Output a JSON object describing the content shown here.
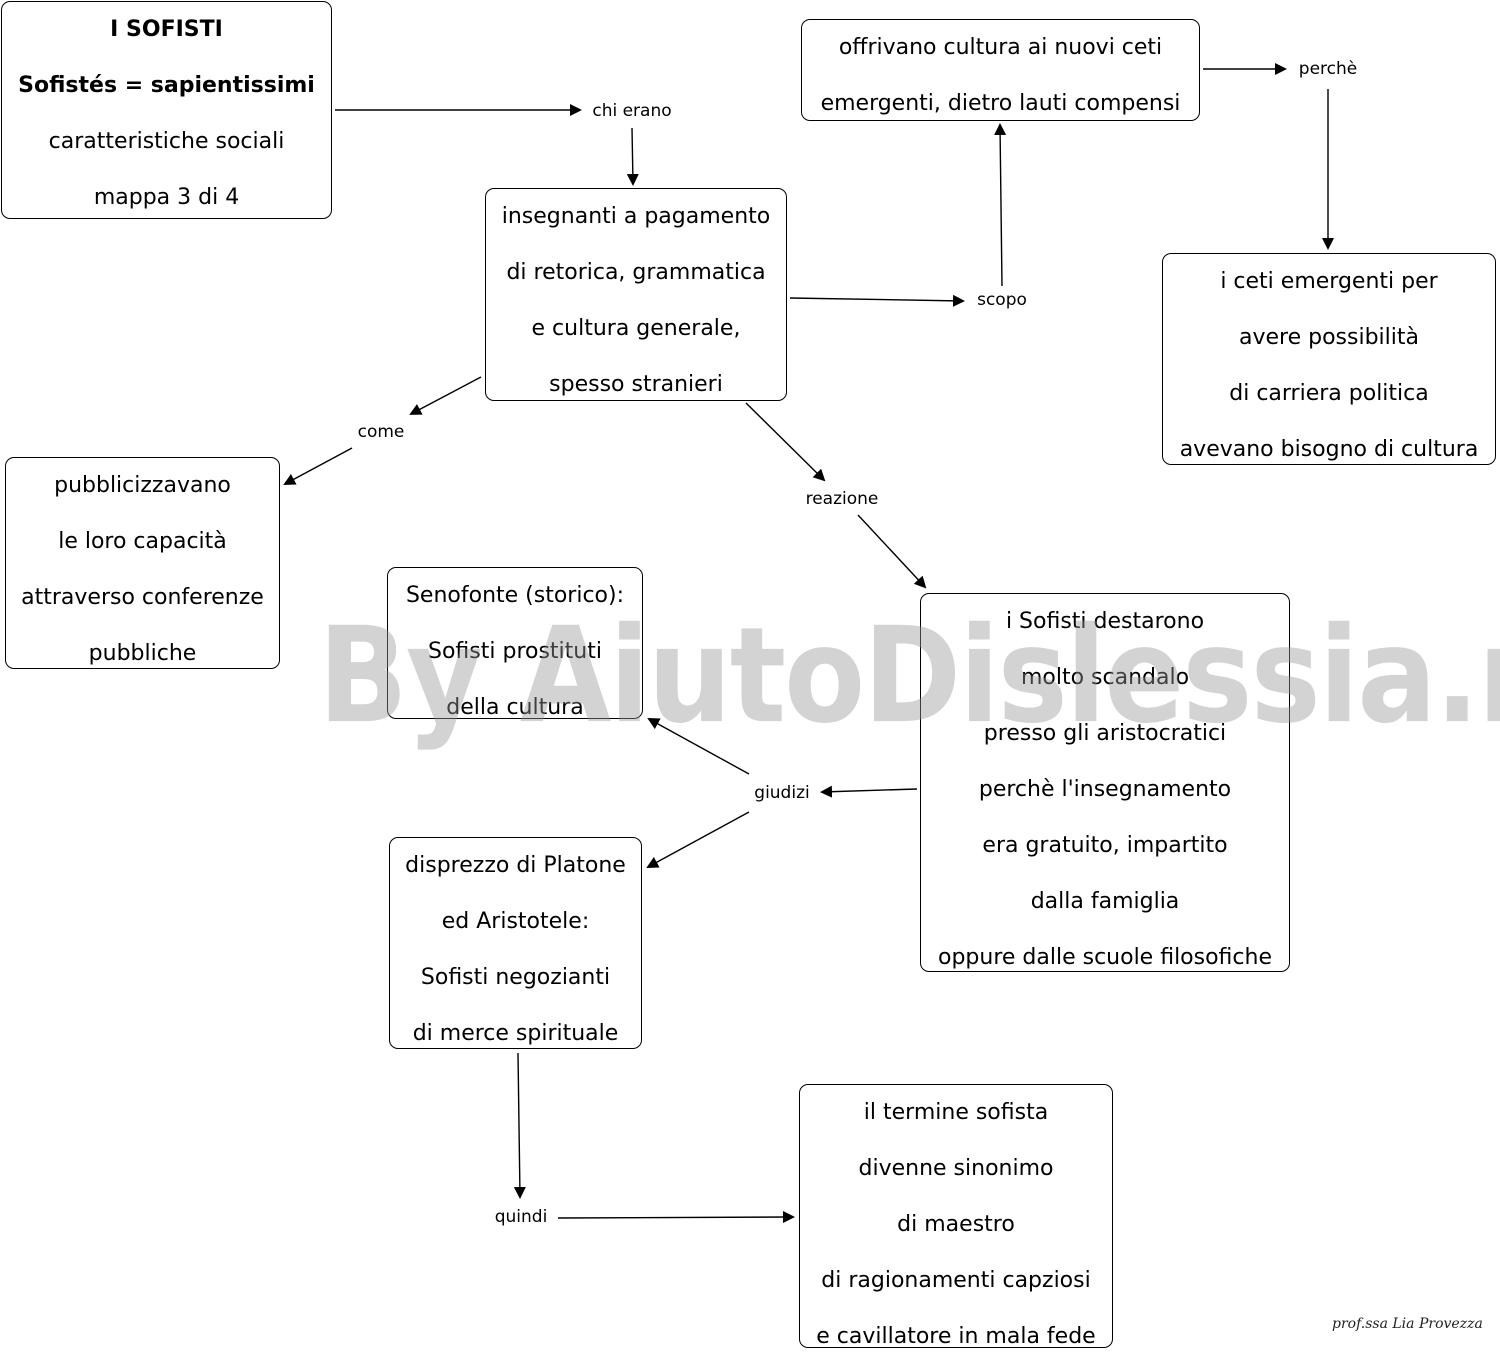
{
  "nodes": {
    "title": [
      "I SOFISTI",
      "Sofistés = sapientissimi",
      "caratteristiche sociali",
      "mappa 3 di 4"
    ],
    "insegnanti": [
      "insegnanti a pagamento",
      "di retorica, grammatica",
      "e cultura generale,",
      "spesso stranieri"
    ],
    "offrivano": [
      "offrivano  cultura ai nuovi ceti",
      "emergenti, dietro lauti compensi"
    ],
    "ceti": [
      "i ceti emergenti per",
      "avere possibilità",
      "di carriera politica",
      "avevano bisogno di cultura"
    ],
    "pubblicizzavano": [
      "pubblicizzavano",
      "le loro capacità",
      "attraverso conferenze",
      "pubbliche"
    ],
    "senofonte": [
      "Senofonte (storico):",
      "Sofisti prostituti",
      "della cultura"
    ],
    "scandalo": [
      "i Sofisti destarono",
      "molto scandalo",
      "presso gli aristocratici",
      "perchè l'insegnamento",
      "era gratuito, impartito",
      "dalla famiglia",
      "oppure dalle scuole filosofiche"
    ],
    "disprezzo": [
      "disprezzo di Platone",
      "ed Aristotele:",
      "Sofisti negozianti",
      "di merce spirituale"
    ],
    "termine": [
      "il termine sofista",
      "divenne sinonimo",
      "di maestro",
      "di ragionamenti capziosi",
      "e cavillatore in mala fede"
    ]
  },
  "links": {
    "chi_erano": "chi erano",
    "scopo": "scopo",
    "perche": "perchè",
    "come": "come",
    "reazione": "reazione",
    "giudizi": "giudizi",
    "quindi": "quindi"
  },
  "watermark": "By AiutoDislessia.net",
  "signature": "prof.ssa Lia Provezza"
}
